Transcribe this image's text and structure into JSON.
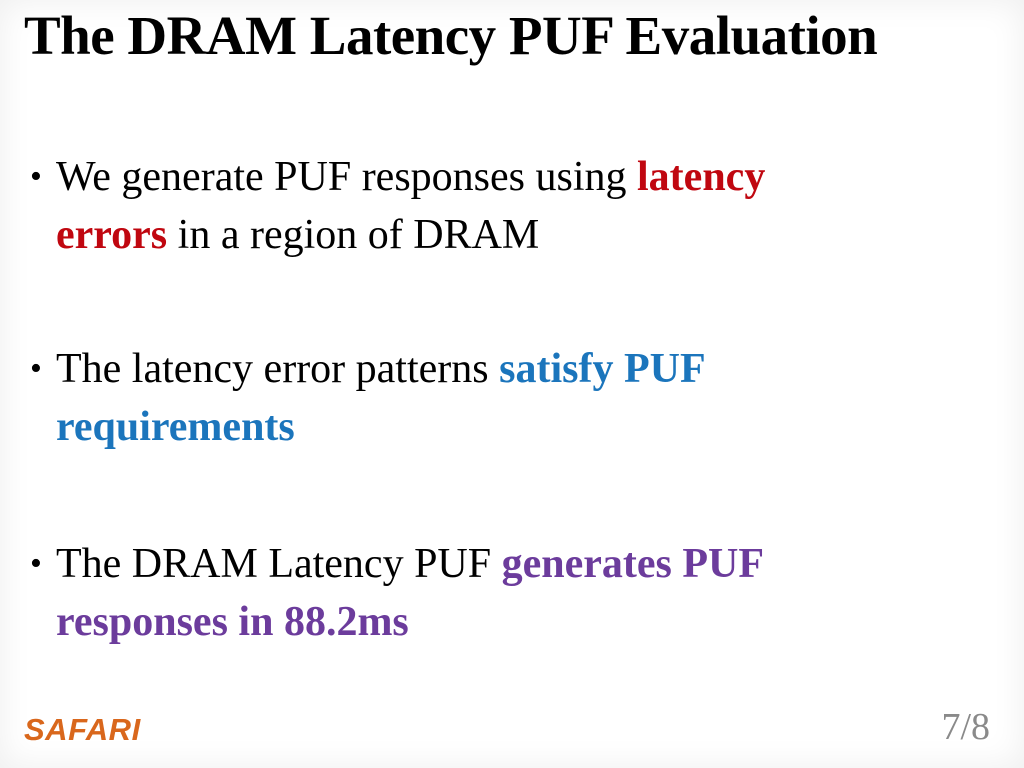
{
  "slide": {
    "title": "The DRAM Latency PUF Evaluation",
    "bullet_char": "•",
    "bullets": [
      {
        "lines": [
          {
            "segments": [
              {
                "text": "We generate PUF responses using ",
                "style": "normal"
              },
              {
                "text": "latency",
                "style": "red"
              }
            ]
          },
          {
            "segments": [
              {
                "text": "errors",
                "style": "red"
              },
              {
                "text": " in a region of DRAM",
                "style": "normal"
              }
            ]
          }
        ]
      },
      {
        "lines": [
          {
            "segments": [
              {
                "text": "The latency error patterns ",
                "style": "normal"
              },
              {
                "text": "satisfy PUF",
                "style": "blue"
              }
            ]
          },
          {
            "segments": [
              {
                "text": "requirements",
                "style": "blue"
              }
            ]
          }
        ]
      },
      {
        "lines": [
          {
            "segments": [
              {
                "text": "The DRAM Latency PUF ",
                "style": "normal"
              },
              {
                "text": "generates PUF",
                "style": "purple"
              }
            ]
          },
          {
            "segments": [
              {
                "text": "responses in 88.2ms",
                "style": "purple"
              }
            ]
          }
        ]
      }
    ],
    "footer": {
      "logo": "SAFARI",
      "page": "7/8"
    },
    "colors": {
      "text": "#000000",
      "red": "#C00710",
      "blue": "#1B75BC",
      "purple": "#6C3C9C",
      "orange": "#D9671C",
      "gray": "#8A8A8A"
    }
  }
}
